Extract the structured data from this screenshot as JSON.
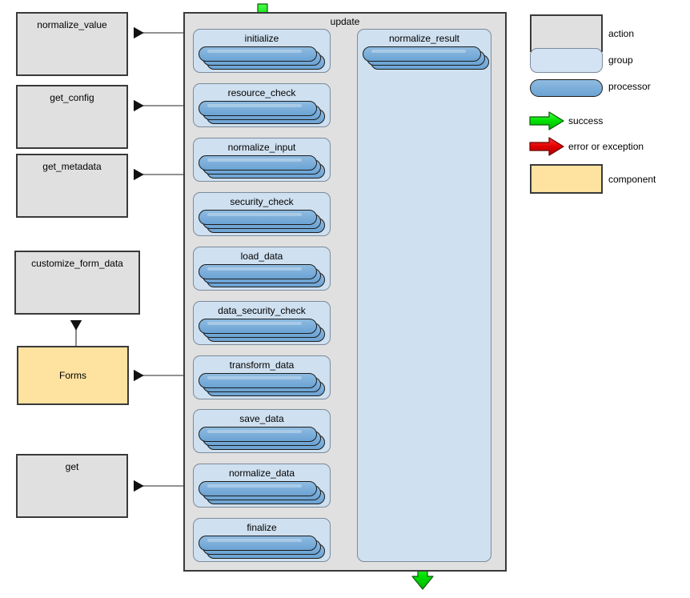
{
  "diagram": {
    "title": "update",
    "outer_container_label": "update"
  },
  "actions": [
    {
      "name": "action-normalize-value",
      "label": "normalize_value"
    },
    {
      "name": "action-get-config",
      "label": "get_config"
    },
    {
      "name": "action-get-metadata",
      "label": "get_metadata"
    },
    {
      "name": "action-customize-form-data",
      "label": "customize_form_data"
    },
    {
      "name": "action-get",
      "label": "get"
    }
  ],
  "component": {
    "name": "component-forms",
    "label": "Forms"
  },
  "pipeline": {
    "groups": [
      {
        "label": "initialize"
      },
      {
        "label": "resource_check"
      },
      {
        "label": "normalize_input"
      },
      {
        "label": "security_check"
      },
      {
        "label": "load_data"
      },
      {
        "label": "data_security_check"
      },
      {
        "label": "transform_data"
      },
      {
        "label": "save_data"
      },
      {
        "label": "normalize_data"
      },
      {
        "label": "finalize"
      }
    ],
    "result_group": {
      "label": "normalize_result"
    }
  },
  "legend": {
    "items": [
      {
        "key": "action",
        "label": "action",
        "shape": "rect",
        "color": "#e0e0e0"
      },
      {
        "key": "group",
        "label": "group",
        "shape": "round",
        "color": "#d3e3f3"
      },
      {
        "key": "processor",
        "label": "processor",
        "shape": "pill",
        "color": "#7fb0db"
      },
      {
        "key": "success",
        "label": "success",
        "shape": "arrow",
        "color": "#00e000"
      },
      {
        "key": "error",
        "label": "error or exception",
        "shape": "arrow",
        "color": "#e00000"
      },
      {
        "key": "component",
        "label": "component",
        "shape": "rect",
        "color": "#fde2a0"
      }
    ]
  },
  "colors": {
    "action_fill": "#e0e0e0",
    "action_stroke": "#3a3a3a",
    "group_fill": "#cfe0f0",
    "group_stroke": "#7c8a99",
    "processor_fill": "#7fb0db",
    "processor_stroke": "#1c1c1c",
    "component_fill": "#fde2a0",
    "success_arrow": "#00e000",
    "error_arrow": "#e00000",
    "connector_line": "#6e6e6e",
    "background": "#ffffff"
  }
}
